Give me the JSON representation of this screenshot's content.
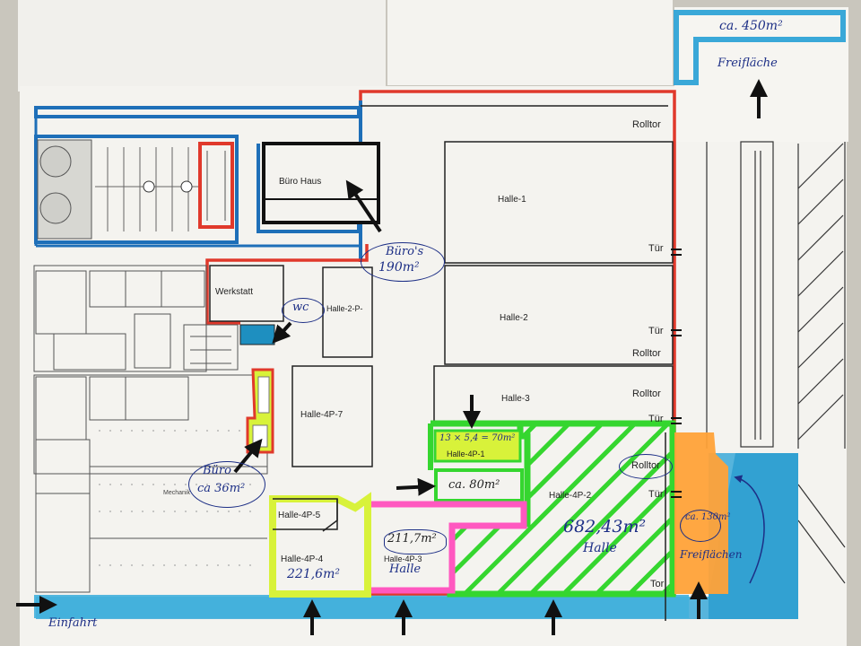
{
  "plan": {
    "halls": {
      "halle_1": "Halle-1",
      "halle_2": "Halle-2",
      "halle_3": "Halle-3",
      "halle_2p": "Halle-2-P-",
      "halle_4p7": "Halle-4P-7",
      "halle_4p1": "Halle-4P-1",
      "halle_4p2": "Halle-4P-2",
      "halle_4p3": "Halle-4P-3",
      "halle_4p4": "Halle-4P-4",
      "halle_4p5": "Halle-4P-5"
    },
    "rooms": {
      "buero_haus": "Büro Haus",
      "werkstatt": "Werkstatt",
      "mechanik": "Mechanik"
    },
    "doors": {
      "rolltor": "Rolltor",
      "tuer": "Tür",
      "tor": "Tor"
    }
  },
  "annotations": {
    "freiflaeche_area": "ca. 450m²",
    "freiflaeche_label": "Freifläche",
    "bueros_label": "Büro's",
    "bueros_area": "190m²",
    "wc": "wc",
    "buero_small_label": "Büro",
    "buero_small_area": "ca 36m²",
    "dims_4p1": "13 × 5,4 = 70m²",
    "area_4p2_extension": "ca. 80m²",
    "area_4p2": "682,43m²",
    "halle_4p2_word": "Halle",
    "area_4p3": "211,7m²",
    "halle_4p3_word": "Halle",
    "area_4p4": "221,6m²",
    "freiflaechen_area": "ca. 130m²",
    "freiflaechen_label": "Freiflächen",
    "einfahrt": "Einfahrt",
    "rolltor_circled": "Rolltor"
  },
  "colors": {
    "paper": "#f4f3ef",
    "outline_red": "#e0392b",
    "outline_blue": "#1e6fb8",
    "highlight_green": "#35d62f",
    "highlight_yellow": "#d8f23a",
    "highlight_pink": "#ff58c0",
    "highlight_orange": "#ffa238",
    "highlight_cyan": "#3aa8d8",
    "ink": "#1d2f86"
  }
}
